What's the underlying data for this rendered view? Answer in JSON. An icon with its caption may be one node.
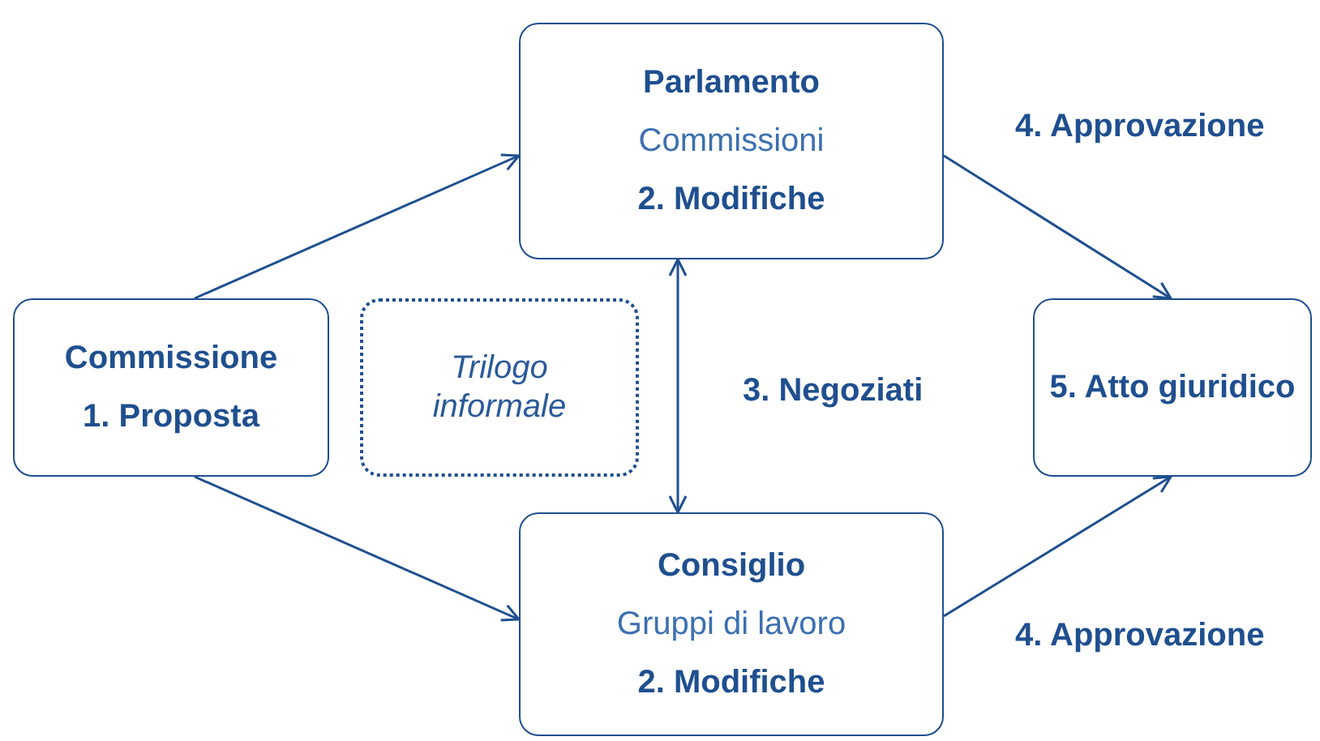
{
  "diagram": {
    "nodes": [
      {
        "text": [
          "Commissione",
          "1. Proposta"
        ]
      },
      {
        "text": [
          "Parlamento",
          "Commissioni",
          "2. Modifiche"
        ]
      },
      {
        "text": [
          "Trilogo informale"
        ]
      },
      {
        "text": [
          "Consiglio",
          "Gruppi di lavoro",
          "2. Modifiche"
        ]
      },
      {
        "text": [
          "5. Atto giuridico"
        ]
      }
    ],
    "edges": [
      {
        "from": 0,
        "to": 1,
        "arrow": "to"
      },
      {
        "from": 0,
        "to": 3,
        "arrow": "to"
      },
      {
        "from": 1,
        "to": 3,
        "arrow": "both",
        "label": "3. Negoziati"
      },
      {
        "from": 1,
        "to": 4,
        "arrow": "to",
        "label": "4. Approvazione"
      },
      {
        "from": 3,
        "to": 4,
        "arrow": "to",
        "label": "4. Approvazione"
      }
    ]
  }
}
